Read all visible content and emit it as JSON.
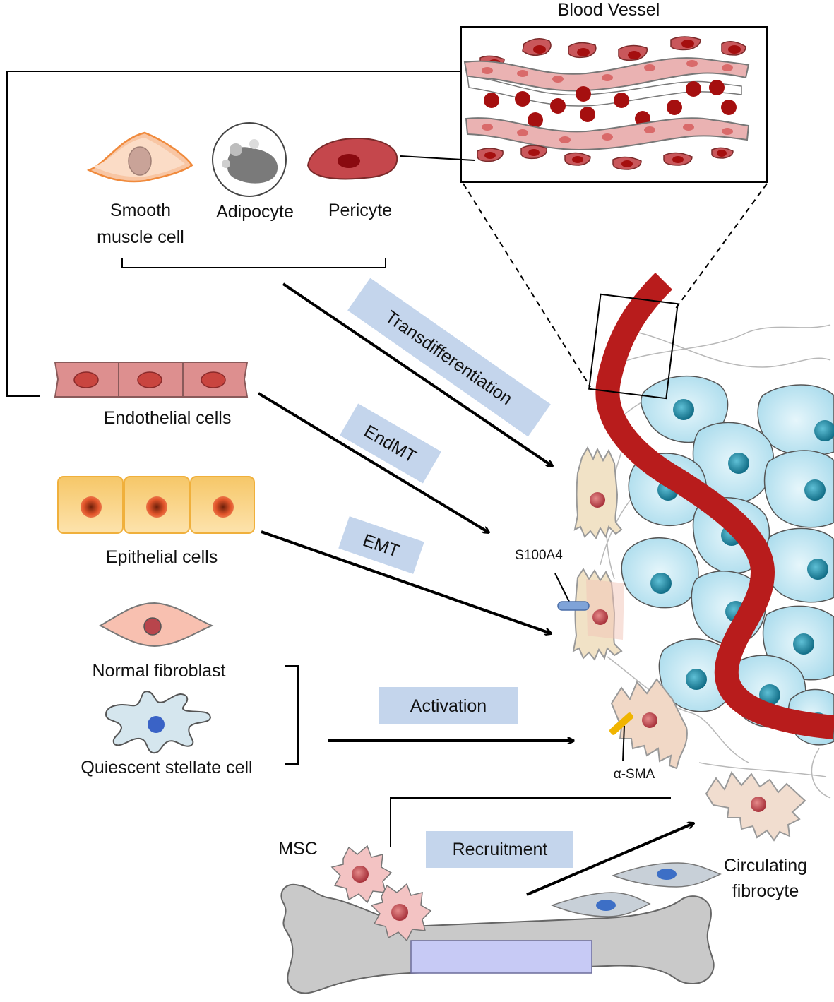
{
  "blood_vessel": {
    "title": "Blood Vessel"
  },
  "top_cells": {
    "smooth_muscle_line1": "Smooth",
    "smooth_muscle_line2": "muscle cell",
    "adipocyte": "Adipocyte",
    "pericyte": "Pericyte"
  },
  "left_cells": {
    "endothelial": "Endothelial cells",
    "epithelial": "Epithelial cells",
    "normal_fibroblast": "Normal fibroblast",
    "quiescent_stellate": "Quiescent stellate cell"
  },
  "processes": {
    "transdifferentiation": "Transdifferentiation",
    "endmt": "EndMT",
    "emt": "EMT",
    "activation": "Activation",
    "recruitment": "Recruitment"
  },
  "markers": {
    "s100a4": "S100A4",
    "alpha_sma": "α-SMA"
  },
  "bottom": {
    "msc": "MSC",
    "circulating_line1": "Circulating",
    "circulating_line2": "fibrocyte"
  },
  "colors": {
    "vessel_red": "#b81c1c",
    "tumor_blue": "#bfe6f2",
    "nucleus_teal": "#1f8aa5",
    "process_label_bg": "#c4d5ec"
  }
}
